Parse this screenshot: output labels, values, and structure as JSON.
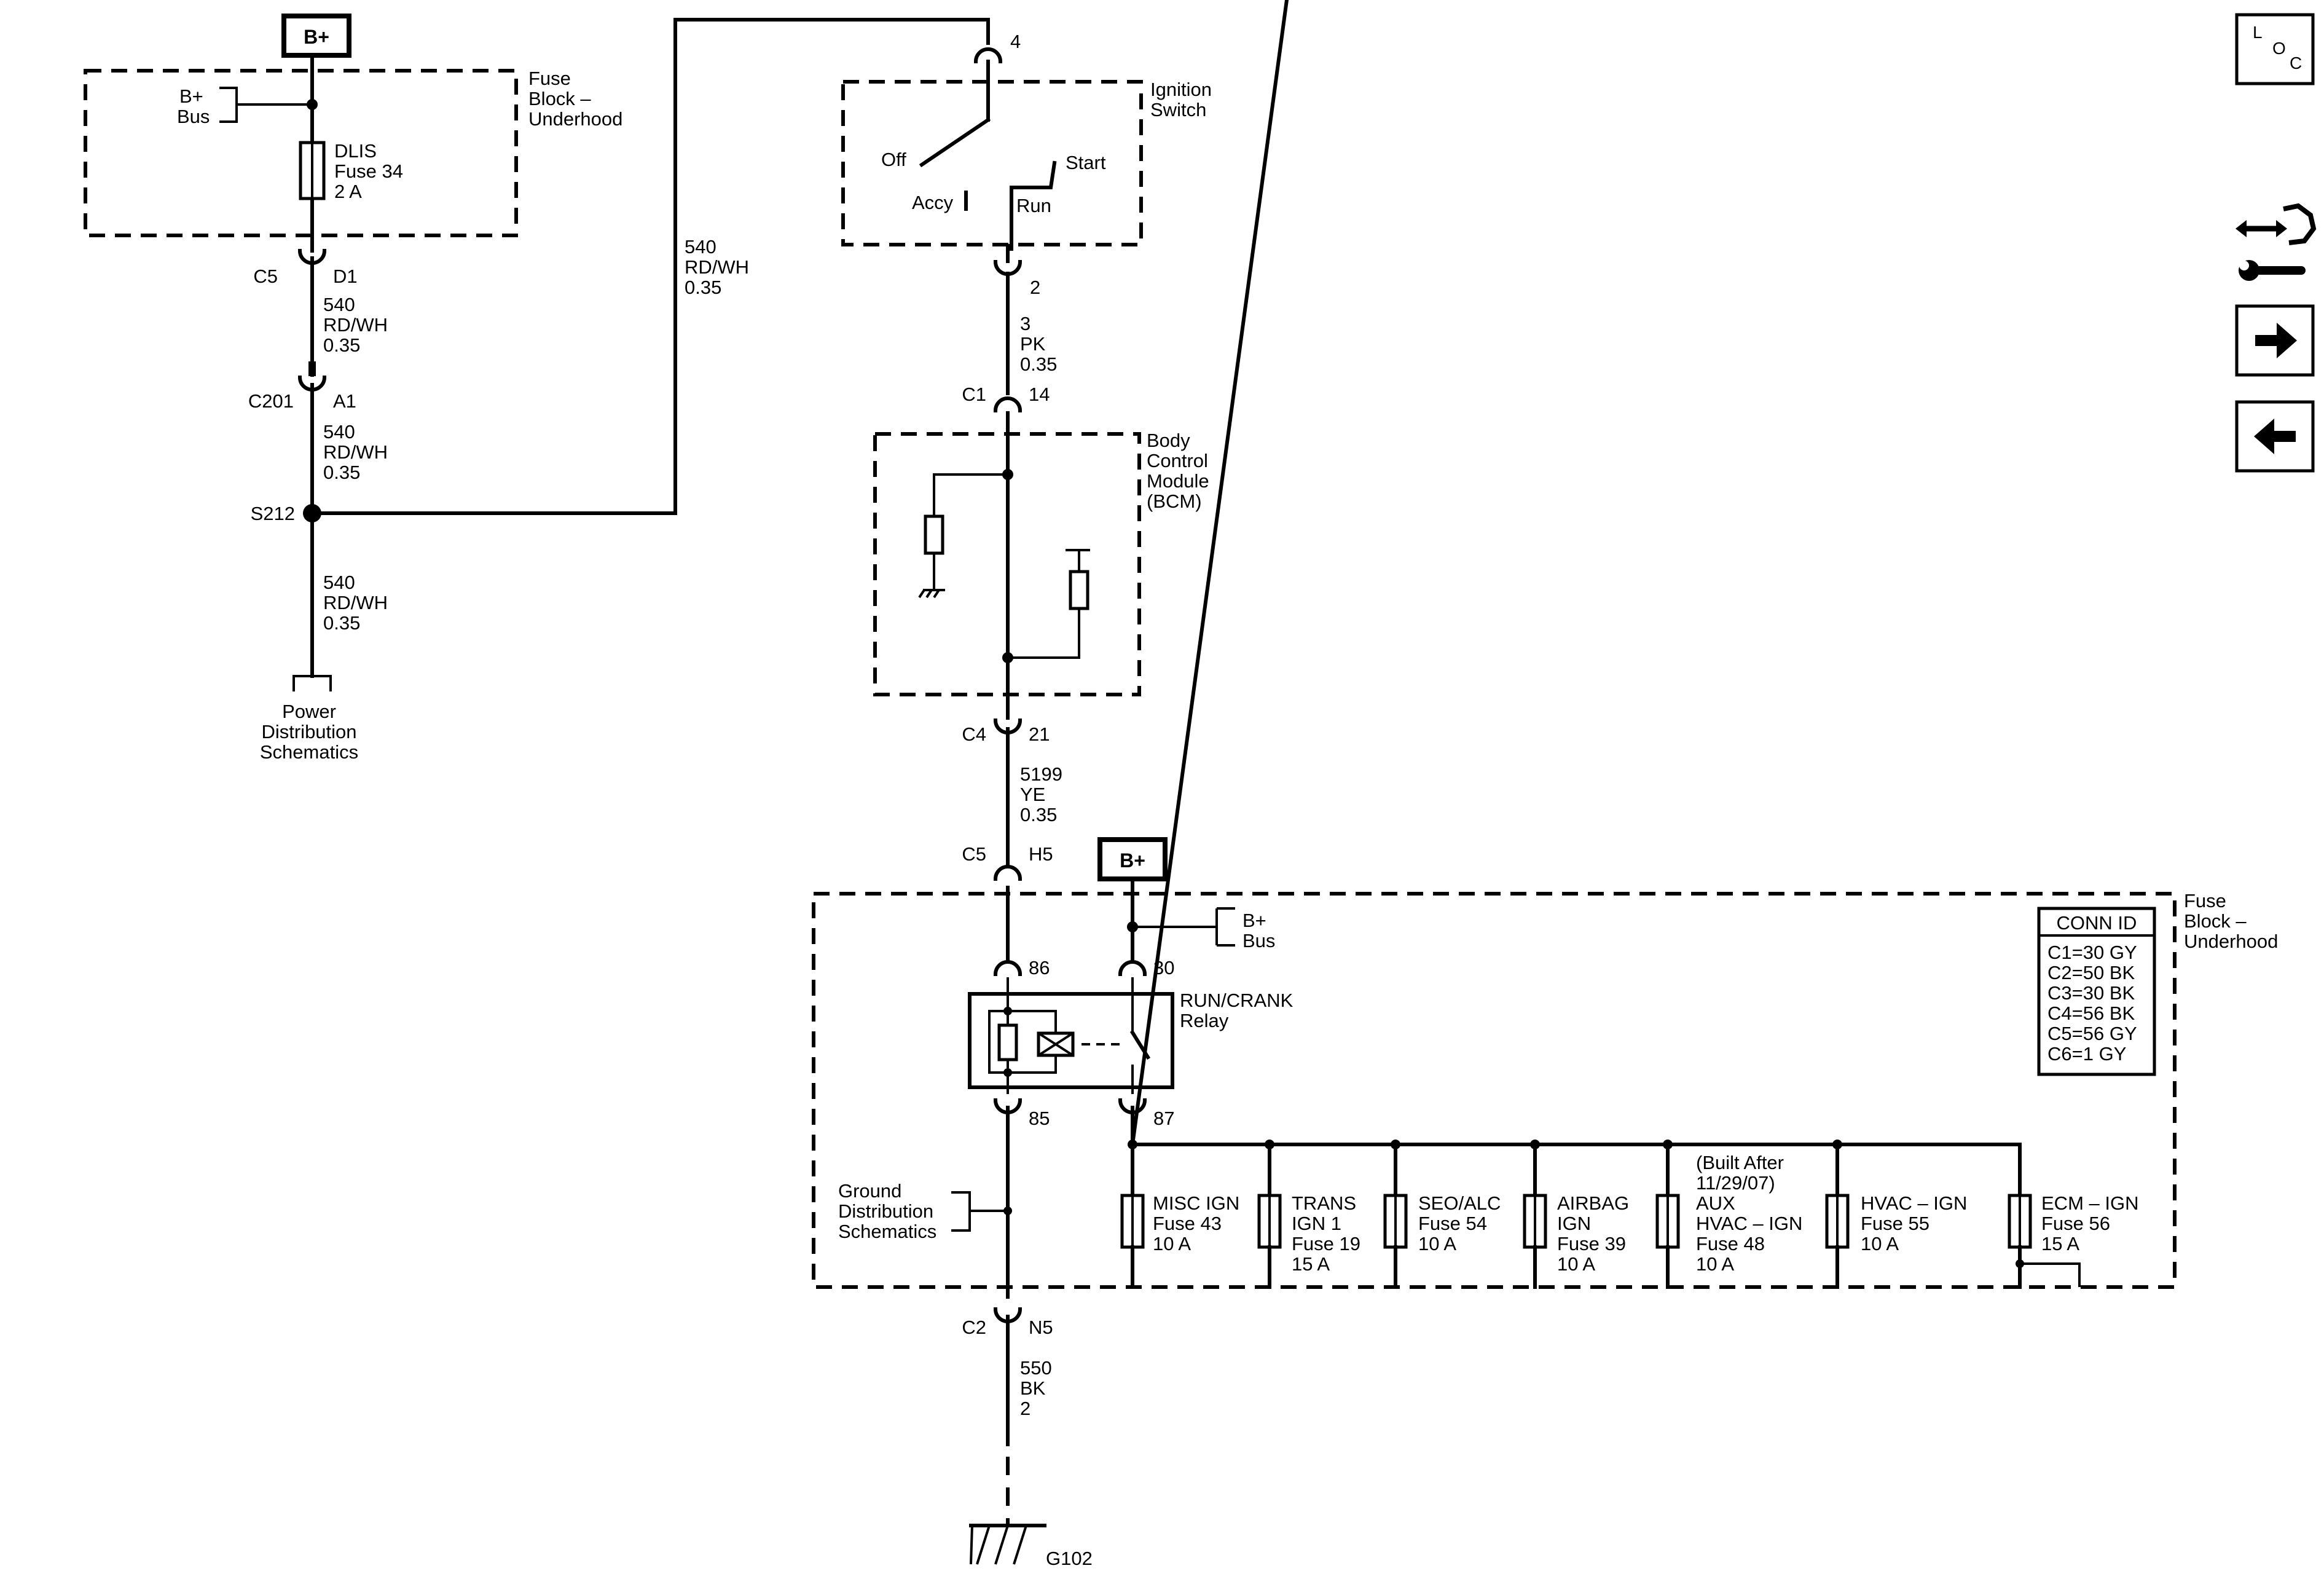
{
  "loc": {
    "l": "L",
    "o": "O",
    "c": "C"
  },
  "top_fuse_block": {
    "bplus_tag": "B+",
    "title": [
      "Fuse",
      "Block –",
      "Underhood"
    ],
    "bus": [
      "B+",
      "Bus"
    ],
    "fuse": [
      "DLIS",
      "Fuse 34",
      "2 A"
    ]
  },
  "left_circuit": {
    "c5": "C5",
    "d1": "D1",
    "wire1": [
      "540",
      "RD/WH",
      "0.35"
    ],
    "c201": "C201",
    "a1": "A1",
    "wire2": [
      "540",
      "RD/WH",
      "0.35"
    ],
    "splice": "S212",
    "wire3": [
      "540",
      "RD/WH",
      "0.35"
    ],
    "power_dist": [
      "Power",
      "Distribution",
      "Schematics"
    ]
  },
  "crossover_wire": [
    "540",
    "RD/WH",
    "0.35"
  ],
  "ignition": {
    "pin_top": "4",
    "title": [
      "Ignition",
      "Switch"
    ],
    "off": "Off",
    "accy": "Accy",
    "start": "Start",
    "run": "Run",
    "pin_bottom": "2",
    "wire": [
      "3",
      "PK",
      "0.35"
    ]
  },
  "bcm": {
    "c1": "C1",
    "pin14": "14",
    "title": [
      "Body",
      "Control",
      "Module",
      "(BCM)"
    ],
    "c4": "C4",
    "pin21": "21",
    "wire": [
      "5199",
      "YE",
      "0.35"
    ],
    "c5": "C5",
    "h5": "H5"
  },
  "lower_fuse_block": {
    "bplus_tag": "B+",
    "title": [
      "Fuse",
      "Block –",
      "Underhood"
    ],
    "bus": [
      "B+",
      "Bus"
    ],
    "pin86": "86",
    "pin30": "30",
    "pin85": "85",
    "pin87": "87",
    "relay": [
      "RUN/CRANK",
      "Relay"
    ],
    "ground_dist": [
      "Ground",
      "Distribution",
      "Schematics"
    ],
    "conn_id_title": "CONN ID",
    "conn_ids": [
      "C1=30 GY",
      "C2=50 BK",
      "C3=30 BK",
      "C4=56 BK",
      "C5=56 GY",
      "C6=1 GY"
    ],
    "fuses": [
      {
        "lines": [
          "MISC IGN",
          "Fuse 43",
          "10 A"
        ]
      },
      {
        "lines": [
          "TRANS",
          "IGN 1",
          "Fuse 19",
          "15 A"
        ]
      },
      {
        "lines": [
          "SEO/ALC",
          "Fuse 54",
          "10 A"
        ]
      },
      {
        "lines": [
          "AIRBAG",
          "IGN",
          "Fuse 39",
          "10 A"
        ]
      },
      {
        "lines": [
          "(Built After",
          "11/29/07)",
          "AUX",
          "HVAC – IGN",
          "Fuse 48",
          "10 A"
        ]
      },
      {
        "lines": [
          "HVAC – IGN",
          "Fuse 55",
          "10 A"
        ]
      },
      {
        "lines": [
          "ECM – IGN",
          "Fuse 56",
          "15 A"
        ]
      }
    ]
  },
  "ground": {
    "c2": "C2",
    "n5": "N5",
    "wire": [
      "550",
      "BK",
      "2"
    ],
    "g102": "G102"
  },
  "nav": {
    "component_icon": "component-locator-icon",
    "next_icon": "arrow-right-icon",
    "prev_icon": "arrow-left-icon"
  }
}
